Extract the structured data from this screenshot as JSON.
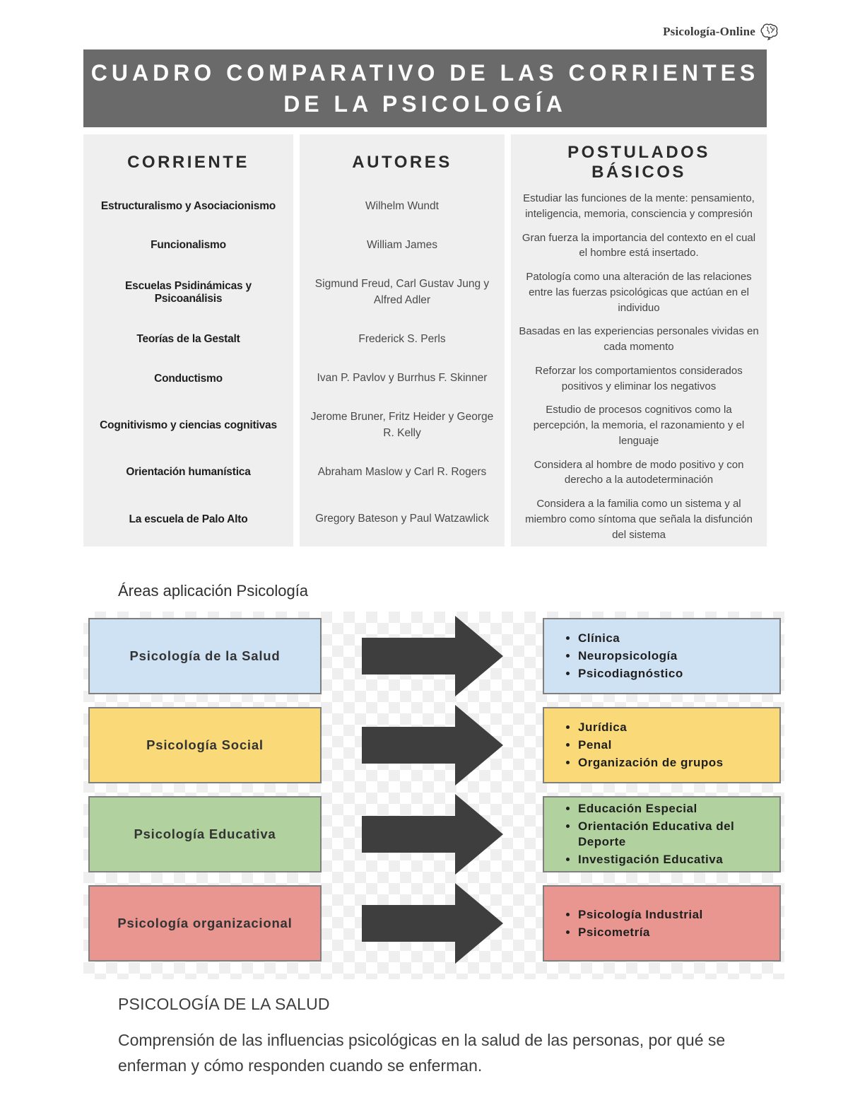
{
  "logo": {
    "text": "Psicología-Online",
    "icon": "brain-icon"
  },
  "banner": {
    "title_line1": "CUADRO COMPARATIVO DE LAS CORRIENTES",
    "title_line2": "DE LA PSICOLOGÍA"
  },
  "table": {
    "headers": [
      "CORRIENTE",
      "AUTORES",
      "POSTULADOS BÁSICOS"
    ],
    "rows": [
      {
        "corriente": "Estructuralismo y Asociacionismo",
        "autores": "Wilhelm Wundt",
        "postulados": "Estudiar las funciones de la mente: pensamiento, inteligencia, memoria, consciencia y compresión"
      },
      {
        "corriente": "Funcionalismo",
        "autores": "William James",
        "postulados": "Gran fuerza la importancia del contexto en el cual el hombre está insertado."
      },
      {
        "corriente": "Escuelas Psidinámicas y Psicoanálisis",
        "autores": "Sigmund Freud, Carl Gustav Jung y Alfred Adler",
        "postulados": "Patología como una alteración de las relaciones entre las fuerzas psicológicas que actúan en el individuo"
      },
      {
        "corriente": "Teorías de la Gestalt",
        "autores": "Frederick S. Perls",
        "postulados": "Basadas en las experiencias personales vividas en cada momento"
      },
      {
        "corriente": "Conductismo",
        "autores": "Ivan P. Pavlov y Burrhus F. Skinner",
        "postulados": "Reforzar los comportamientos considerados positivos y eliminar los negativos"
      },
      {
        "corriente": "Cognitivismo y ciencias cognitivas",
        "autores": "Jerome Bruner, Fritz Heider y George R. Kelly",
        "postulados": "Estudio de procesos cognitivos como la percepción, la memoria, el razonamiento y el lenguaje"
      },
      {
        "corriente": "Orientación humanística",
        "autores": "Abraham Maslow y Carl R. Rogers",
        "postulados": "Considera al hombre de modo positivo y con derecho a la autodeterminación"
      },
      {
        "corriente": "La escuela de Palo Alto",
        "autores": "Gregory Bateson y Paul Watzawlick",
        "postulados": "Considera a la familia como un sistema y al miembro como síntoma que señala la disfunción del sistema"
      }
    ]
  },
  "areas_section": {
    "heading": "Áreas aplicación Psicología",
    "rows": [
      {
        "label": "Psicología de la Salud",
        "fill": "#cfe2f3",
        "items": [
          "Clínica",
          "Neuropsicología",
          "Psicodiagnóstico"
        ]
      },
      {
        "label": "Psicología Social",
        "fill": "#fada78",
        "items": [
          "Jurídica",
          "Penal",
          "Organización de grupos"
        ]
      },
      {
        "label": "Psicología Educativa",
        "fill": "#b1d29f",
        "items": [
          "Educación Especial",
          "Orientación Educativa del Deporte",
          "Investigación Educativa"
        ]
      },
      {
        "label": "Psicología organizacional",
        "fill": "#e8968f",
        "items": [
          "Psicología Industrial",
          "Psicometría"
        ]
      }
    ]
  },
  "footer": {
    "heading": "PSICOLOGÍA DE LA SALUD",
    "paragraph": "Comprensión de las influencias psicológicas en la salud de las personas, por qué se enferman y cómo responden cuando se enferman.",
    "colors": {
      "banner_bg": "#6a6a6a",
      "table_bg": "#efefef",
      "arrow": "#3e3e3e"
    }
  }
}
